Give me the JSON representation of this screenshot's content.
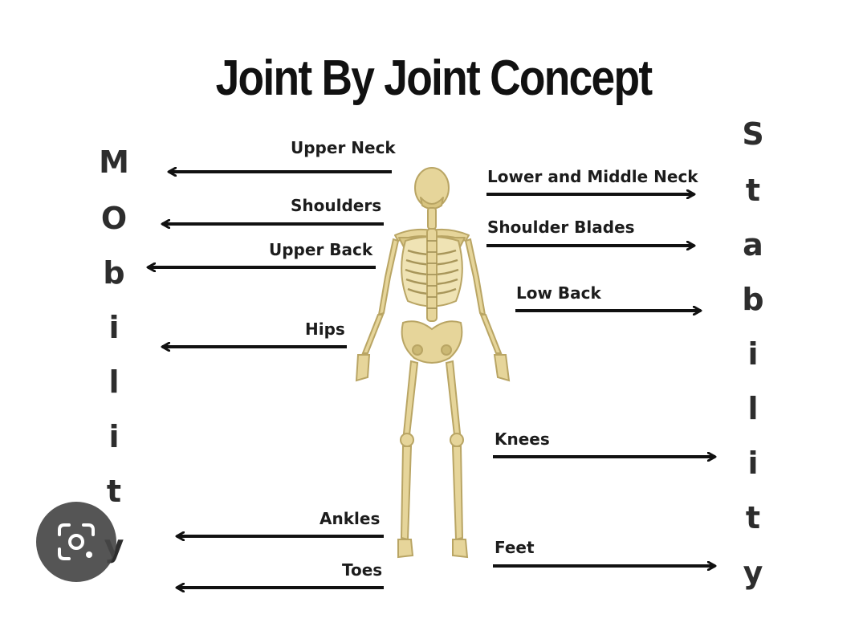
{
  "title": "Joint By Joint Concept",
  "mobility_letters": [
    "M",
    "O",
    "b",
    "i",
    "l",
    "i",
    "t",
    "y"
  ],
  "stability_letters": [
    "S",
    "t",
    "a",
    "b",
    "i",
    "l",
    "i",
    "t",
    "y"
  ],
  "left_labels": {
    "upper_neck": "Upper Neck",
    "shoulders": "Shoulders",
    "upper_back": "Upper Back",
    "hips": "Hips",
    "ankles": "Ankles",
    "toes": "Toes"
  },
  "right_labels": {
    "lower_middle_neck": "Lower and Middle Neck",
    "shoulder_blades": "Shoulder Blades",
    "low_back": "Low Back",
    "knees": "Knees",
    "feet": "Feet"
  },
  "icons": {
    "lens": "visual-search-icon",
    "skeleton": "skeleton-illustration"
  },
  "colors": {
    "bone": "#e6d59a",
    "bone_shade": "#b9a564",
    "arrow": "#111111",
    "overlay": "#464646"
  }
}
